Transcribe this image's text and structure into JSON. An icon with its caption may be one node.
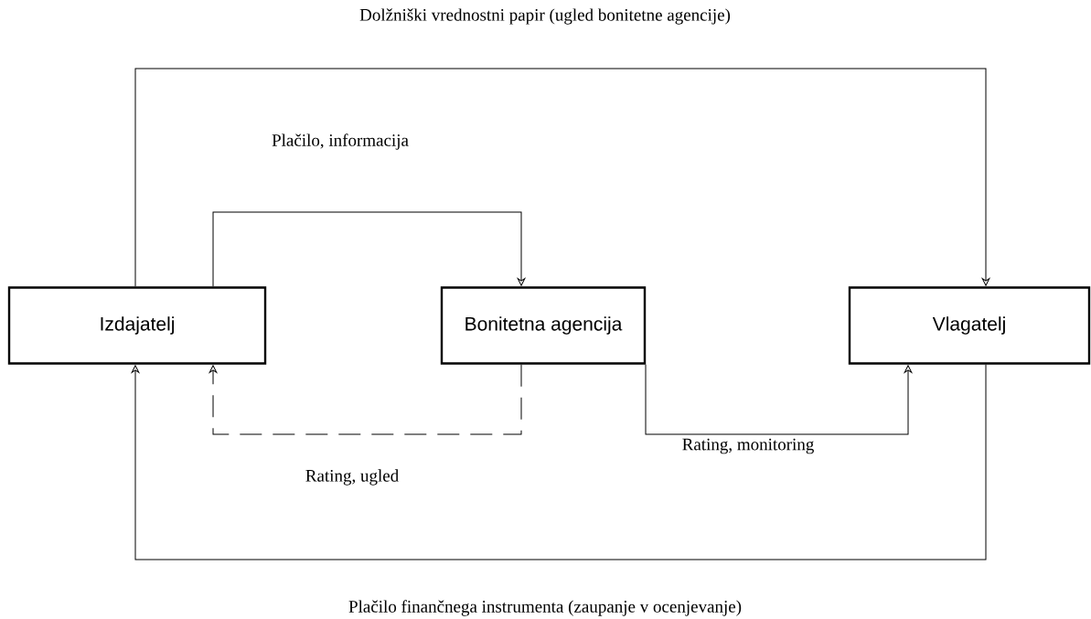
{
  "diagram": {
    "nodes": [
      {
        "text": [
          "Izdajatelj"
        ]
      },
      {
        "text": [
          "Bonitetna agencija"
        ]
      },
      {
        "text": [
          "Vlagatelj"
        ]
      }
    ],
    "edges": [
      {
        "from": 0,
        "to": 2,
        "arrow": "to",
        "label": "Dolžniški vrednostni papir (ugled bonitetne agencije)"
      },
      {
        "from": 0,
        "to": 1,
        "arrow": "to",
        "label": "Plačilo, informacija"
      },
      {
        "from": 1,
        "to": 0,
        "arrow": "to",
        "style": "dashed",
        "label": "Rating, ugled"
      },
      {
        "from": 1,
        "to": 2,
        "arrow": "to",
        "label": "Rating, monitoring"
      },
      {
        "from": 2,
        "to": 0,
        "arrow": "to",
        "label": "Plačilo finančnega instrumenta (zaupanje v ocenjevanje)"
      }
    ]
  }
}
